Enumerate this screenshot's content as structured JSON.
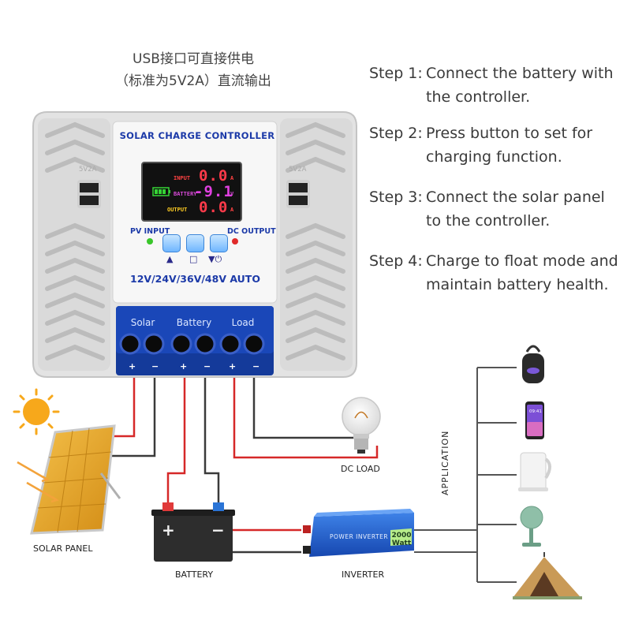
{
  "usb_note": {
    "line1": "USB接口可直接供电",
    "line2": "（标准为5V2A）直流输出"
  },
  "steps": [
    {
      "label": "Step 1:",
      "text": "Connect the battery with the controller."
    },
    {
      "label": "Step 2:",
      "text": "Press button to set for charging function."
    },
    {
      "label": "Step 3:",
      "text": "Connect the solar panel to the controller."
    },
    {
      "label": "Step 4:",
      "text": "Charge to float mode and maintain battery health."
    }
  ],
  "controller": {
    "title": "SOLAR CHARGE CONTROLLER",
    "voltage_label": "12V/24V/36V/48V AUTO",
    "pv_input_label": "PV INPUT",
    "dc_output_label": "DC OUTPUT",
    "usb_rating": "5V2A",
    "lcd": {
      "input_label": "INPUT",
      "input_value": "0.0",
      "input_unit": "A",
      "battery_label": "BATTERY",
      "battery_value": "-9.1",
      "battery_unit": "V",
      "output_label": "OUTPUT",
      "output_value": "0.0",
      "output_unit": "A"
    },
    "buttons": [
      {
        "symbol": "▲"
      },
      {
        "symbol": "□"
      },
      {
        "symbol": "▼⏻"
      }
    ],
    "terminals": [
      {
        "label": "Solar"
      },
      {
        "label": "Battery"
      },
      {
        "label": "Load"
      }
    ],
    "polarity_plus": "+",
    "polarity_minus": "−"
  },
  "components": {
    "solar_panel": "SOLAR PANEL",
    "battery": "BATTERY",
    "battery_plus": "+",
    "battery_minus": "−",
    "dc_load": "DC LOAD",
    "inverter": "INVERTER",
    "inverter_title": "POWER INVERTER",
    "inverter_watt": "2000 Watt",
    "application": "APPLICATION",
    "phone_time": "09:41"
  },
  "applications": [
    {
      "icon": "portable-speaker-icon"
    },
    {
      "icon": "smartphone-icon"
    },
    {
      "icon": "electric-kettle-icon"
    },
    {
      "icon": "desk-fan-icon"
    },
    {
      "icon": "camping-tent-icon"
    }
  ],
  "colors": {
    "wire_red": "#d62828",
    "wire_black": "#3a3a3a",
    "controller_blue": "#1c3aa8",
    "panel_gold": "#e3a21f"
  }
}
